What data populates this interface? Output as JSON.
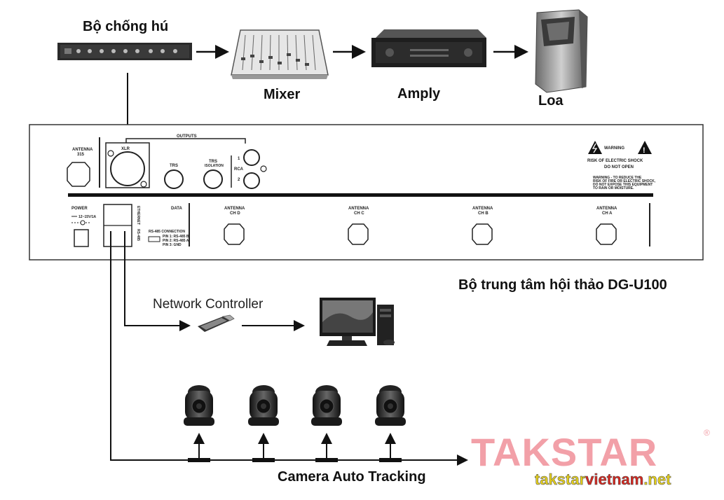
{
  "labels": {
    "feedback": "Bộ chống hú",
    "mixer": "Mixer",
    "amply": "Amply",
    "loa": "Loa",
    "center_unit": "Bộ trung tâm hội thảo DG-U100",
    "network_controller": "Network Controller",
    "camera": "Camera Auto Tracking"
  },
  "panel": {
    "antenna_315": [
      "ANTENNA",
      "315"
    ],
    "outputs": "OUTPUTS",
    "xlr": "XLR",
    "trs": "TRS",
    "trs_isolation": [
      "TRS",
      "ISOLATION"
    ],
    "rca": "RCA",
    "rca_1": "1",
    "rca_2": "2",
    "power": "POWER",
    "power_spec": "12~15V/1A",
    "ethernet": "ETHERNET",
    "rs485": "RS-485",
    "data": "DATA",
    "rs485_conn": "RS-485 CONNECTION",
    "pin1": "PIN 1: RS-485 B",
    "pin2": "PIN 2: RS-485 A",
    "pin3": "PIN 3: GND",
    "antennas": [
      [
        "ANTENNA",
        "CH D"
      ],
      [
        "ANTENNA",
        "CH C"
      ],
      [
        "ANTENNA",
        "CH B"
      ],
      [
        "ANTENNA",
        "CH A"
      ]
    ],
    "warning": "WARNING",
    "risk": "RISK OF ELECTRIC SHOCK",
    "do_not_open": "DO NOT OPEN",
    "warning_note": [
      "WARNING - TO REDUCE THE",
      "RISK OF FIRE OR ELECTRIC SHOCK,",
      "DO NOT EXPOSE THIS EQUIPMENT",
      "TO RAIN OR MOISTURE."
    ]
  },
  "brand": {
    "name": "TAKSTAR",
    "registered": "®",
    "site_prefix": "takstar",
    "site_mid": "vietnam",
    "site_suffix": ".net",
    "colors": {
      "logo": "#f2a0a8",
      "site_yellow": "#e8d21a",
      "site_red": "#d7261e"
    }
  },
  "camera_count": 4
}
